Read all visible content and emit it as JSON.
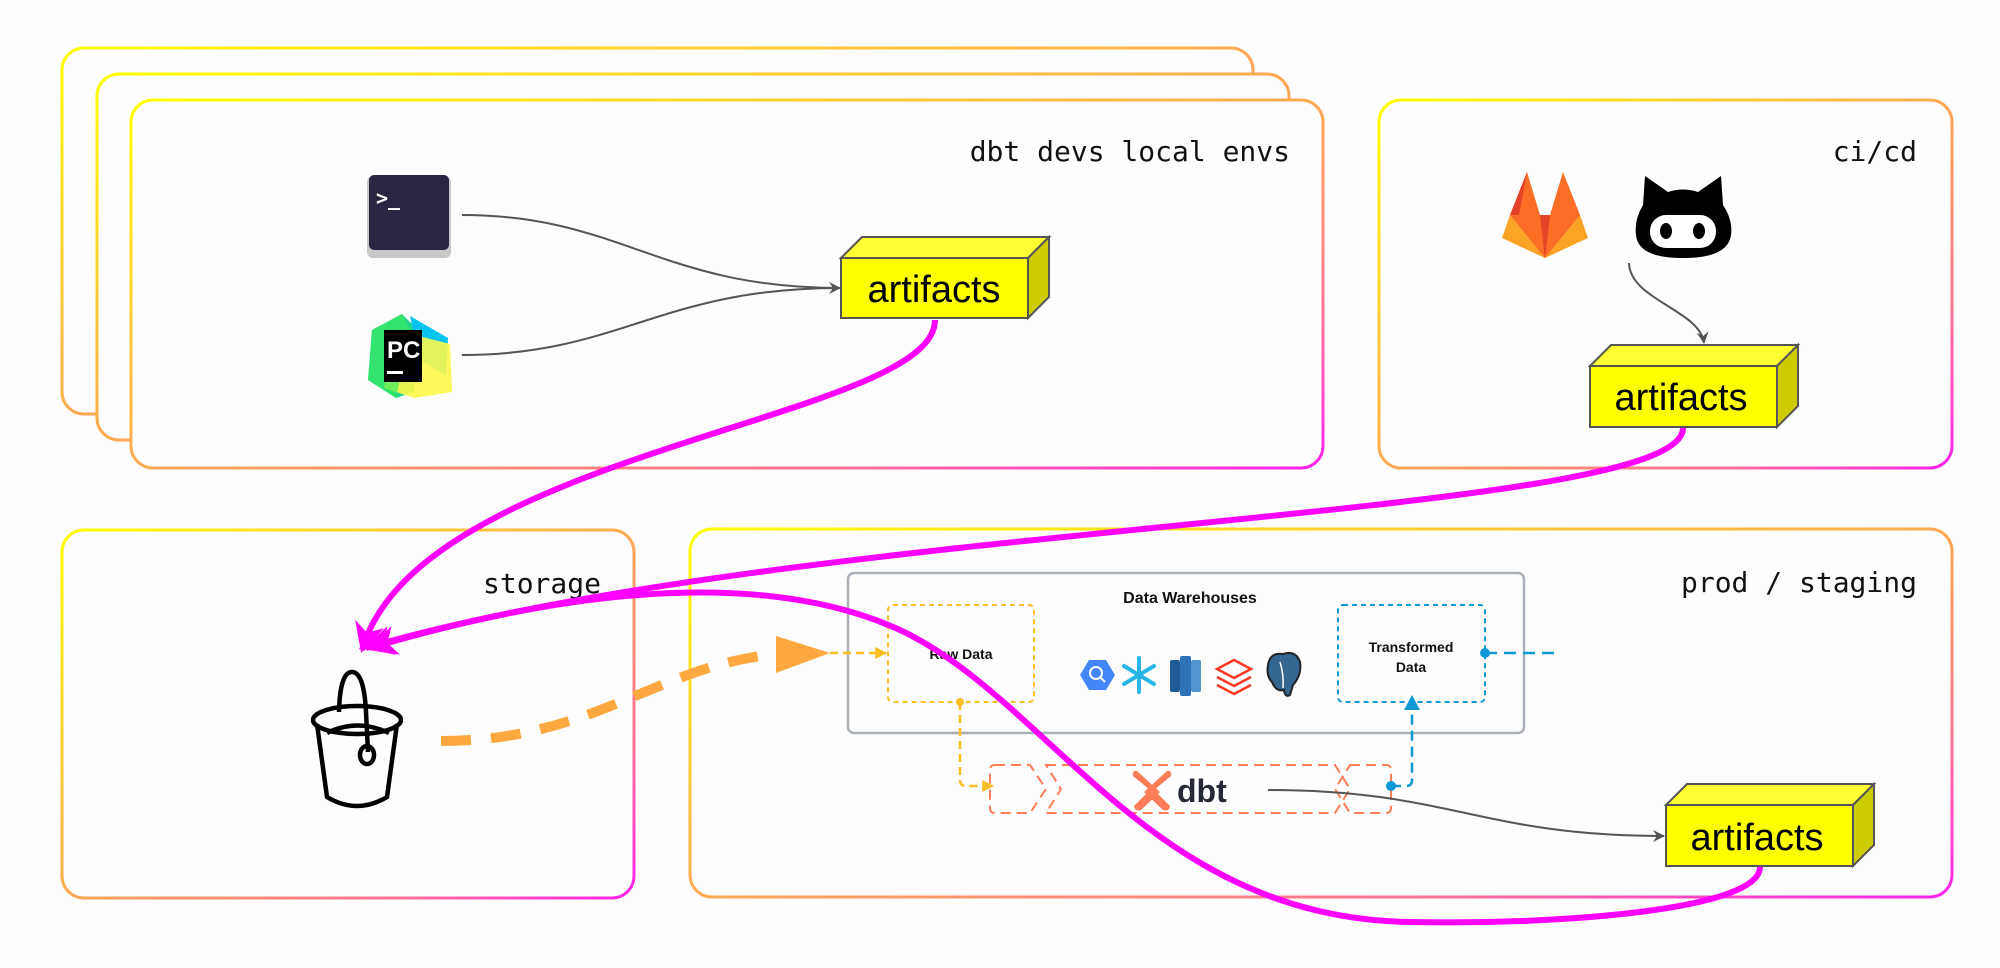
{
  "groups": {
    "dev": {
      "title": "dbt devs local envs"
    },
    "cicd": {
      "title": "ci/cd"
    },
    "storage": {
      "title": "storage"
    },
    "prod": {
      "title": "prod / staging"
    }
  },
  "artifacts": {
    "dev_label": "artifacts",
    "cicd_label": "artifacts",
    "prod_label": "artifacts"
  },
  "warehouse": {
    "title": "Data Warehouses",
    "raw_label": "Raw Data",
    "transformed_label_line1": "Transformed",
    "transformed_label_line2": "Data",
    "engines": [
      "bigquery-icon",
      "snowflake-icon",
      "redshift-icon",
      "databricks-icon",
      "postgres-icon"
    ]
  },
  "dbt": {
    "logo_text": "dbt"
  },
  "terminal": {
    "prompt": ">_"
  },
  "pycharm": {
    "logo_text": "PC"
  },
  "colors": {
    "artifact_fill": "#ffff00",
    "artifact_side": "#cccc00",
    "magenta_flow": "#ff00ff",
    "orange_flow": "#ffa83f",
    "raw_dash": "#fbbf24",
    "transformed_dash": "#0e98d6",
    "dbt_orange": "#fe7c58",
    "gradient_start": "#ffff00",
    "gradient_end": "#ff33dd"
  }
}
